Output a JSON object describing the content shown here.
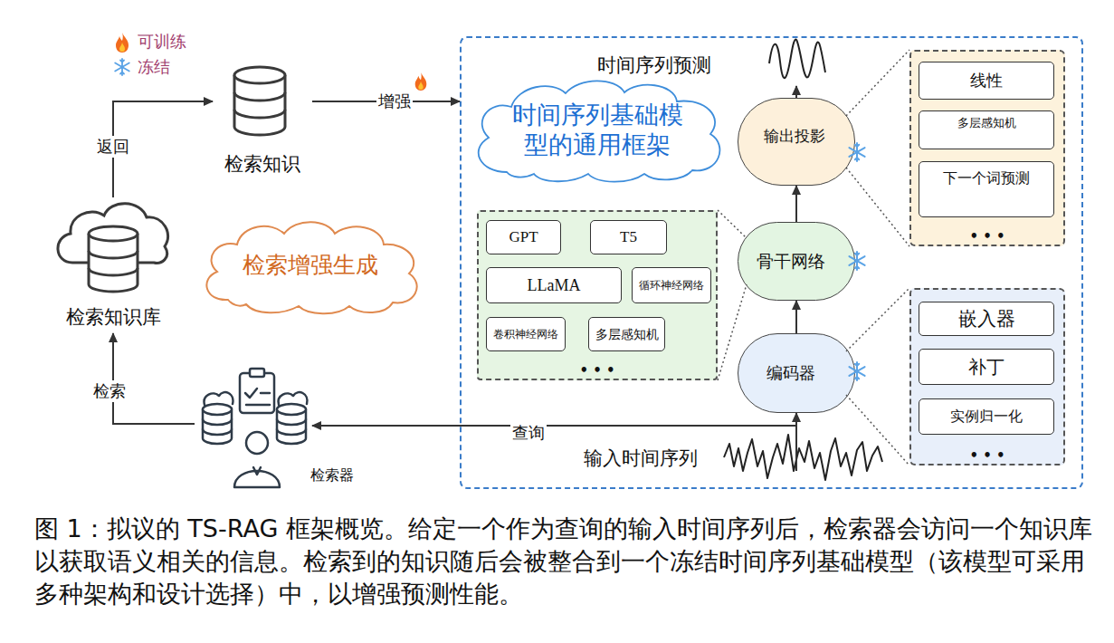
{
  "diagram": {
    "caption": "图 1：拟议的 TS-RAG 框架概览。给定一个作为查询的输入时间序列后，检索器会访问一个知识库以获取语义相关的信息。检索到的知识随后会被整合到一个冻结时间序列基础模型（该模型可采用多种架构和设计选择）中，以增强预测性能。",
    "nodes": [
      {
        "text": [
          "检索知识"
        ]
      },
      {
        "text": [
          "时间序列基础模型的通用框架"
        ]
      },
      {
        "text": [
          "时间序列预测"
        ],
        "in": 1
      },
      {
        "text": [
          "输出投影"
        ],
        "in": 1
      },
      {
        "text": [
          "• • •"
        ],
        "in": 1
      },
      {
        "text": [
          "线性"
        ],
        "in": 4
      },
      {
        "text": [
          "多层感知机"
        ],
        "in": 4
      },
      {
        "text": [
          "下一个词预测"
        ],
        "in": 4
      },
      {
        "text": [
          "检索知识库"
        ]
      },
      {
        "text": [
          "检索增强生成"
        ]
      },
      {
        "text": [
          "• • •"
        ],
        "in": 1
      },
      {
        "text": [
          "GPT"
        ],
        "in": 10
      },
      {
        "text": [
          "T5"
        ],
        "in": 10
      },
      {
        "text": [
          "LLaMA"
        ],
        "in": 10
      },
      {
        "text": [
          "循环神经网络"
        ],
        "in": 10
      },
      {
        "text": [
          "卷积神经网络"
        ],
        "in": 10
      },
      {
        "text": [
          "多层感知机"
        ],
        "in": 10
      },
      {
        "text": [
          "骨干网络"
        ],
        "in": 1
      },
      {
        "text": [
          "编码器"
        ],
        "in": 1
      },
      {
        "text": [
          "• • •"
        ],
        "in": 1
      },
      {
        "text": [
          "嵌入器"
        ],
        "in": 19
      },
      {
        "text": [
          "补丁"
        ],
        "in": 19
      },
      {
        "text": [
          "实例归一化"
        ],
        "in": 19
      },
      {
        "text": [
          "检索器"
        ]
      },
      {
        "text": [
          "输入时间序列"
        ],
        "in": 1
      }
    ],
    "edges": [
      {
        "from": 23,
        "to": 8,
        "arrow": "to",
        "label": "检索"
      },
      {
        "from": 8,
        "to": 0,
        "arrow": "to",
        "label": "返回"
      },
      {
        "from": 0,
        "to": 1,
        "arrow": "to",
        "label": "增强"
      },
      {
        "from": 24,
        "to": 23,
        "arrow": "to",
        "label": "查询"
      },
      {
        "from": 24,
        "to": 18,
        "arrow": "to"
      },
      {
        "from": 18,
        "to": 17,
        "arrow": "to"
      },
      {
        "from": 17,
        "to": 3,
        "arrow": "to"
      },
      {
        "from": 3,
        "to": 2,
        "arrow": "to"
      },
      {
        "from": 10,
        "to": 17,
        "arrow": "none"
      },
      {
        "from": 3,
        "to": 4,
        "arrow": "none"
      },
      {
        "from": 18,
        "to": 19,
        "arrow": "none"
      }
    ],
    "legend": [
      {
        "text": "可训练"
      },
      {
        "text": "冻结"
      }
    ]
  }
}
